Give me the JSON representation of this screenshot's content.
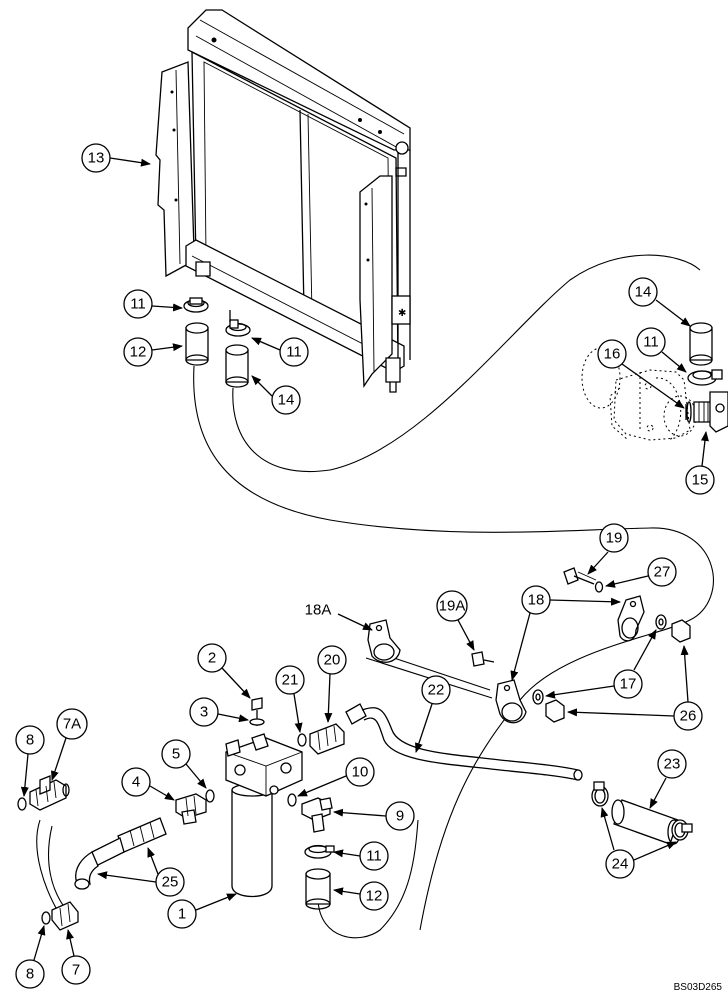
{
  "figure_code": "BS03D265",
  "labels": {
    "c1": "1",
    "c2": "2",
    "c3": "3",
    "c4": "4",
    "c5": "5",
    "c7": "7",
    "c7a": "7A",
    "c8": "8",
    "c9": "9",
    "c10": "10",
    "c11": "11",
    "c12": "12",
    "c13": "13",
    "c14": "14",
    "c15": "15",
    "c16": "16",
    "c17": "17",
    "c18": "18",
    "c18a": "18A",
    "c19": "19",
    "c19a": "19A",
    "c20": "20",
    "c21": "21",
    "c22": "22",
    "c23": "23",
    "c24": "24",
    "c25": "25",
    "c26": "26",
    "c27": "27"
  }
}
